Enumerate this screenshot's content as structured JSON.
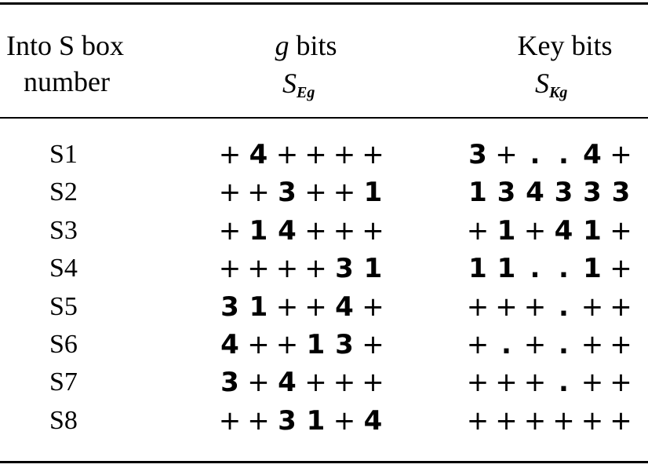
{
  "header": {
    "col1_line1": "Into S box",
    "col1_line2": "number",
    "col2_prefix": "g",
    "col2_suffix": " bits",
    "col2_symbol_main": "S",
    "col2_symbol_sub": "Eg",
    "col3_line1": "Key bits",
    "col3_symbol_main": "S",
    "col3_symbol_sub": "Kg"
  },
  "rows": [
    {
      "label": "S1",
      "g": [
        "+",
        "4",
        "+",
        "+",
        "+",
        "+"
      ],
      "k": [
        "3",
        "+",
        ".",
        ".",
        "4",
        "+"
      ]
    },
    {
      "label": "S2",
      "g": [
        "+",
        "+",
        "3",
        "+",
        "+",
        "1"
      ],
      "k": [
        "1",
        "3",
        "4",
        "3",
        "3",
        "3"
      ]
    },
    {
      "label": "S3",
      "g": [
        "+",
        "1",
        "4",
        "+",
        "+",
        "+"
      ],
      "k": [
        "+",
        "1",
        "+",
        "4",
        "1",
        "+"
      ]
    },
    {
      "label": "S4",
      "g": [
        "+",
        "+",
        "+",
        "+",
        "3",
        "1"
      ],
      "k": [
        "1",
        "1",
        ".",
        ".",
        "1",
        "+"
      ]
    },
    {
      "label": "S5",
      "g": [
        "3",
        "1",
        "+",
        "+",
        "4",
        "+"
      ],
      "k": [
        "+",
        "+",
        "+",
        ".",
        "+",
        "+"
      ]
    },
    {
      "label": "S6",
      "g": [
        "4",
        "+",
        "+",
        "1",
        "3",
        "+"
      ],
      "k": [
        "+",
        ".",
        "+",
        ".",
        "+",
        "+"
      ]
    },
    {
      "label": "S7",
      "g": [
        "3",
        "+",
        "4",
        "+",
        "+",
        "+"
      ],
      "k": [
        "+",
        "+",
        "+",
        ".",
        "+",
        "+"
      ]
    },
    {
      "label": "S8",
      "g": [
        "+",
        "+",
        "3",
        "1",
        "+",
        "4"
      ],
      "k": [
        "+",
        "+",
        "+",
        "+",
        "+",
        "+"
      ]
    }
  ]
}
